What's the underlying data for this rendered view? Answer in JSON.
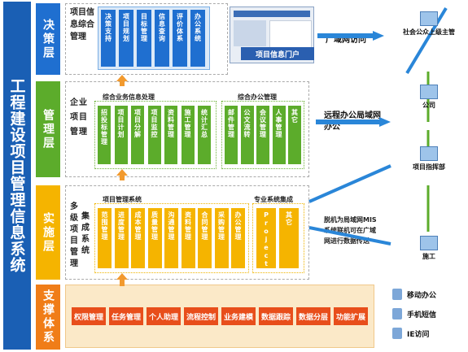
{
  "title": "工程建设项目管理信息系统",
  "layers": {
    "decision": "决策层",
    "management": "管理层",
    "implementation": "实施层",
    "support": "支撑体系"
  },
  "decision": {
    "group": "项目信息综合管理",
    "boxes": [
      "决策支持",
      "项目规划",
      "目标管理",
      "信息查询",
      "评价体系",
      "办公系统"
    ],
    "portal": "项目信息门户",
    "link": "广域网访问"
  },
  "management": {
    "group": "企业项目管理",
    "business_title": "综合业务信息处理",
    "business_boxes": [
      "招投标管理",
      "项目计划",
      "项目分解",
      "项目监控",
      "资料管理",
      "施工管理",
      "统计汇总"
    ],
    "office_title": "综合办公管理",
    "office_boxes": [
      "邮件管理",
      "公文流转",
      "会议管理",
      "人事管理",
      "其它"
    ],
    "link": "远程办公局域网办公"
  },
  "implementation": {
    "group": "多级项目管理",
    "group2": "集成系统",
    "system_title": "项目管理系统",
    "system_boxes": [
      "范围管理",
      "进度管理",
      "成本管理",
      "质量管理",
      "沟通管理",
      "资料管理",
      "合同管理",
      "采购管理",
      "办公管理"
    ],
    "pro_title": "专业系统集成",
    "pro_boxes": [
      "Project",
      "其它"
    ],
    "note": "脱机为局域网MIS系统联机可在广域网进行数据传送"
  },
  "support": {
    "buttons": [
      "权限管理",
      "任务管理",
      "个人助理",
      "流程控制",
      "业务建模",
      "数据跟踪",
      "数据分层",
      "功能扩展"
    ],
    "access": [
      "移动办公",
      "手机短信",
      "IE访问"
    ]
  },
  "nodes": [
    "社会公众上级主管",
    "公司",
    "项目指挥部",
    "施工"
  ],
  "colors": {
    "decision": "#1f6fd0",
    "management": "#5cac2b",
    "implementation": "#f5b400",
    "support": "#f07d18",
    "button": "#e84e1b"
  }
}
